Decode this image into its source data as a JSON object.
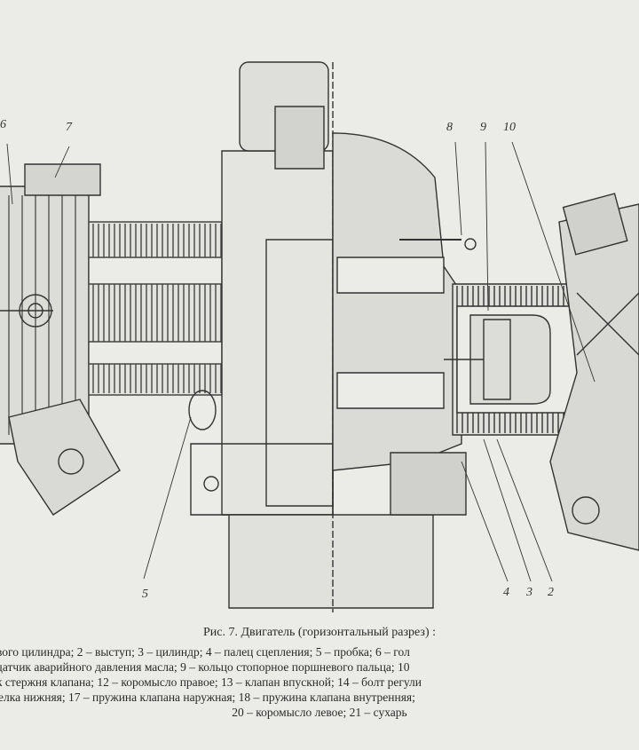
{
  "figure": {
    "callouts": [
      "6",
      "7",
      "8",
      "9",
      "10",
      "5",
      "4",
      "3",
      "2"
    ],
    "title": "Рис. 7. Двигатель (горизонтальный разрез) :",
    "legend_lines": [
      "вого цилиндра;  2 – выступ;  3 – цилиндр;  4 – палец сцепления;  5 – пробка;  6 – гол",
      " датчик аварийного давления масла;  9 – кольцо стопорное поршневого пальца;  10",
      "к стержня клапана;  12 – коромысло правое;  13 – клапан впускной;  14 – болт регули",
      "елка нижняя;  17 – пружина клапана наружная;  18 – пружина клапана внутренняя;",
      "20 – коромысло левое;  21 – сухарь"
    ]
  }
}
